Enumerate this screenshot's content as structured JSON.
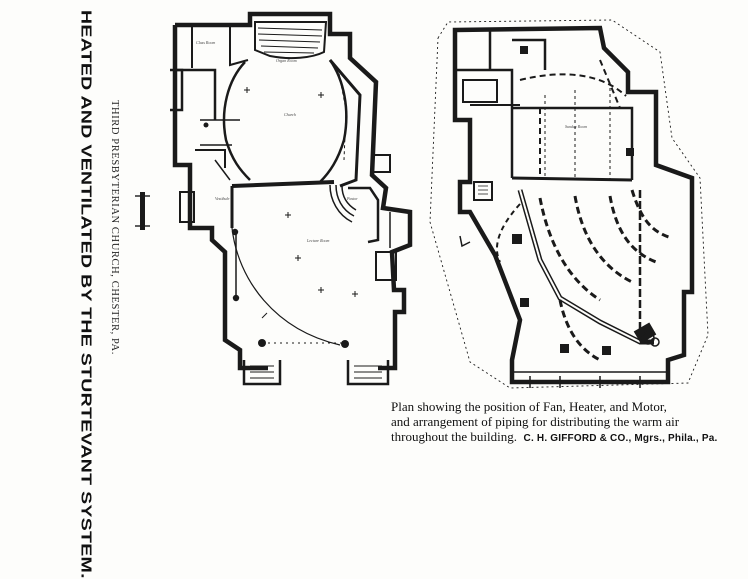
{
  "title": "HEATED AND VENTILATED BY THE STURTEVANT SYSTEM.",
  "subtitle": "THIRD PRESBYTERIAN CHURCH, CHESTER, PA.",
  "caption": {
    "line1": "Plan showing the position of Fan, Heater, and Motor,",
    "line2": "and arrangement of piping for distributing the warm air",
    "line3": "throughout the building.",
    "credit": "C. H. GIFFORD & CO., Mgrs., Phila., Pa."
  },
  "plan_labels": {
    "left_lecture": "Lecture Room",
    "left_church": "Church",
    "left_organ": "Organ Room",
    "left_class": "Class Room",
    "left_pastor": "Pastor",
    "left_vestibule": "Vestibule",
    "right_sunday": "Sunday Room"
  },
  "colors": {
    "ink": "#1a1a1a",
    "paper": "#fdfdfb"
  }
}
